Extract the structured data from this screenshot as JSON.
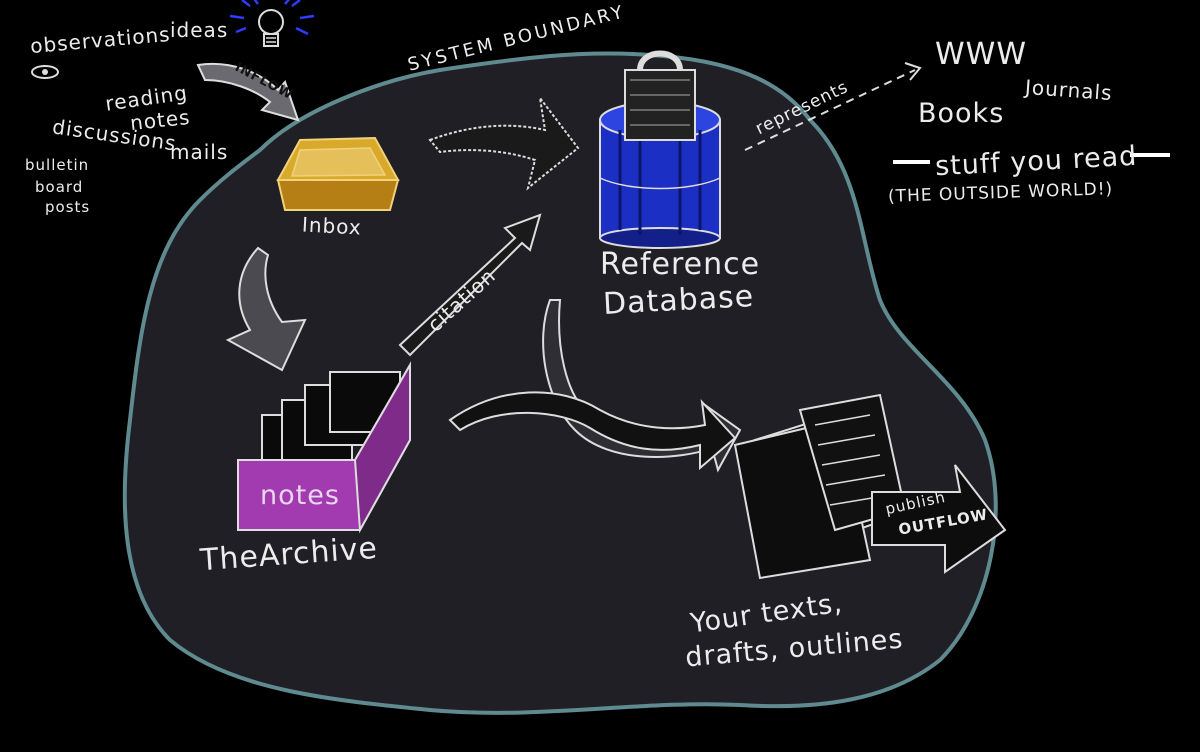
{
  "title": "SYSTEM BOUNDARY",
  "inputs": {
    "observations": "observations",
    "ideas": "ideas",
    "reading_notes": "reading",
    "reading_notes_2": "notes",
    "discussions": "discussions",
    "mails": "mails",
    "bulletin_1": "bulletin",
    "bulletin_2": "board",
    "bulletin_3": "posts",
    "inflow": "INFLOW"
  },
  "nodes": {
    "inbox": "Inbox",
    "reference_1": "Reference",
    "reference_2": "Database",
    "notes_box": "notes",
    "archive": "TheArchive",
    "texts_1": "Your texts,",
    "texts_2": "drafts, outlines"
  },
  "edges": {
    "citation": "citation",
    "represents": "represents",
    "publish": "publish",
    "outflow": "OUTFLOW"
  },
  "outside": {
    "www": "WWW",
    "journals": "Journals",
    "books": "Books",
    "stuff": "stuff you read",
    "world": "(THE OUTSIDE WORLD!)"
  },
  "colors": {
    "blob_fill": "#201f26",
    "blob_stroke": "#5e8a90",
    "inbox": "#c9951f",
    "database": "#1c2fc4",
    "archive": "#a23ab0",
    "bulb_rays": "#2f3cff"
  }
}
